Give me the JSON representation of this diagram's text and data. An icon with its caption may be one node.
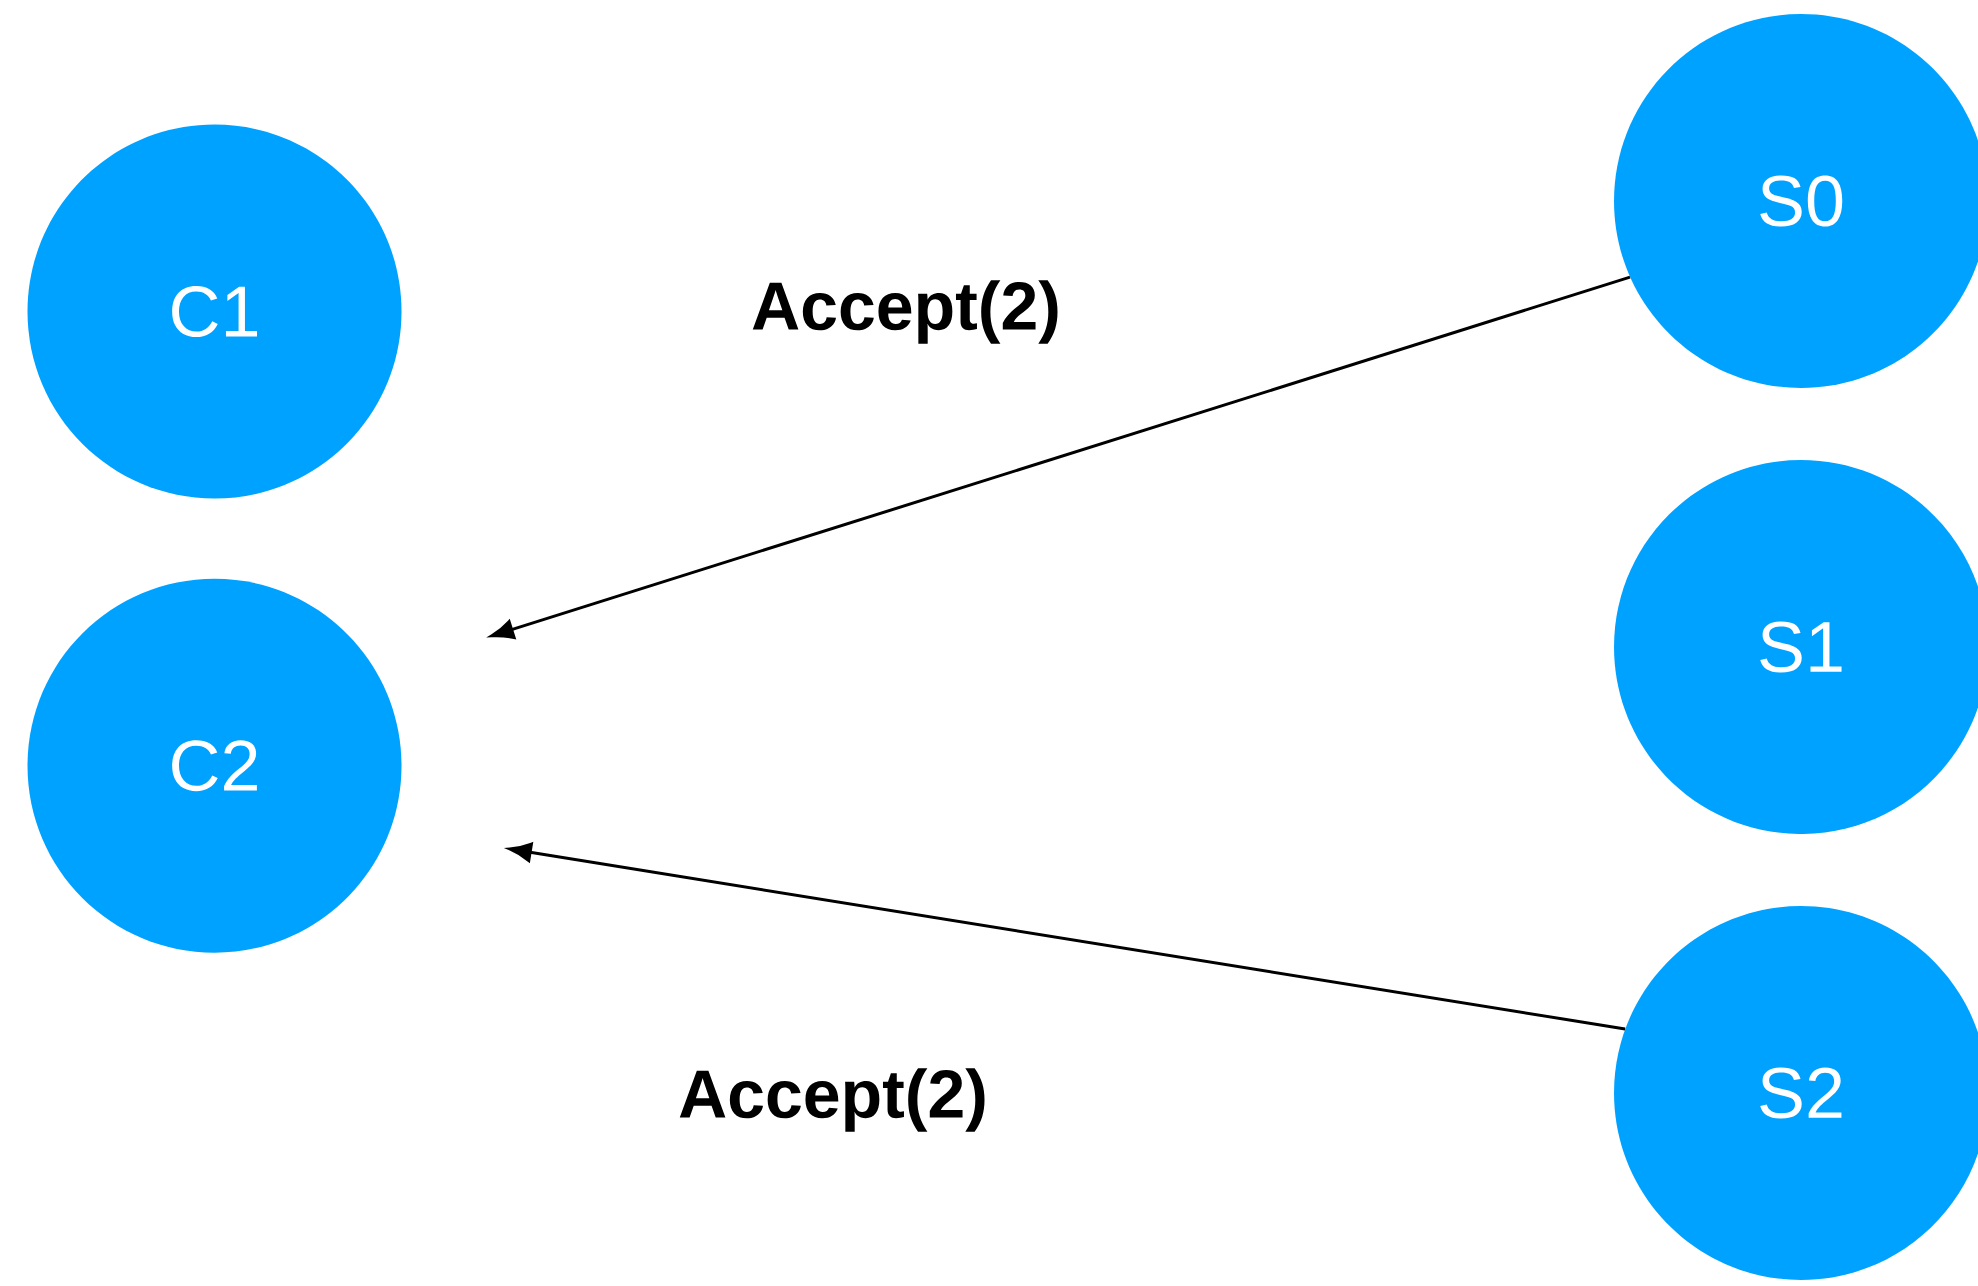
{
  "diagram": {
    "nodes": [
      {
        "text": [
          "C1"
        ]
      },
      {
        "text": [
          "C2"
        ]
      },
      {
        "text": [
          "S0"
        ]
      },
      {
        "text": [
          "S1"
        ]
      },
      {
        "text": [
          "S2"
        ]
      }
    ],
    "edges": [
      {
        "from": 2,
        "to": 1,
        "arrow": "to",
        "label": "Accept(2)"
      },
      {
        "from": 4,
        "to": 1,
        "arrow": "to",
        "label": "Accept(2)"
      }
    ]
  }
}
